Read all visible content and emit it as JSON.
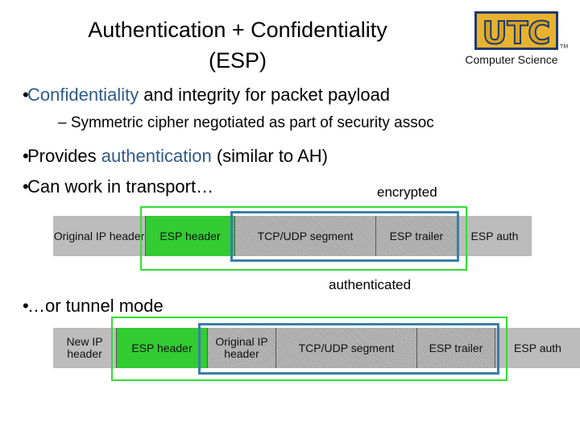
{
  "title": {
    "line1": "Authentication + Confidentiality",
    "line2": "(ESP)"
  },
  "logo": {
    "text": "UTC",
    "tm": "TM",
    "colors": {
      "fill": "#d9a323",
      "outline": "#1f3a6e"
    }
  },
  "department": "Computer Science",
  "bullets": {
    "b1": {
      "text": "Confidentiality and integrity for packet payload",
      "highlight": "Confidentiality"
    },
    "sub1": "– Symmetric cipher negotiated as part of security assoc",
    "b2": {
      "before": "Provides ",
      "highlight": "authentication",
      "after": " (similar to AH)"
    },
    "b3": "Can work in transport…",
    "b4": "…or tunnel mode"
  },
  "labels": {
    "encrypted": "encrypted",
    "authenticated": "authenticated"
  },
  "transport": {
    "fields": [
      "Original IP header",
      "ESP header",
      "TCP/UDP segment",
      "ESP trailer",
      "ESP auth"
    ]
  },
  "tunnel": {
    "fields": [
      "New IP header",
      "ESP header",
      "Original IP header",
      "TCP/UDP segment",
      "ESP trailer",
      "ESP auth"
    ]
  },
  "colors": {
    "highlight": "#2f5b87",
    "esp_green": "#33cc33",
    "field_gray": "#bcbcbc",
    "encrypted_box": "#3a7fa8",
    "authenticated_box": "#33dd33"
  }
}
